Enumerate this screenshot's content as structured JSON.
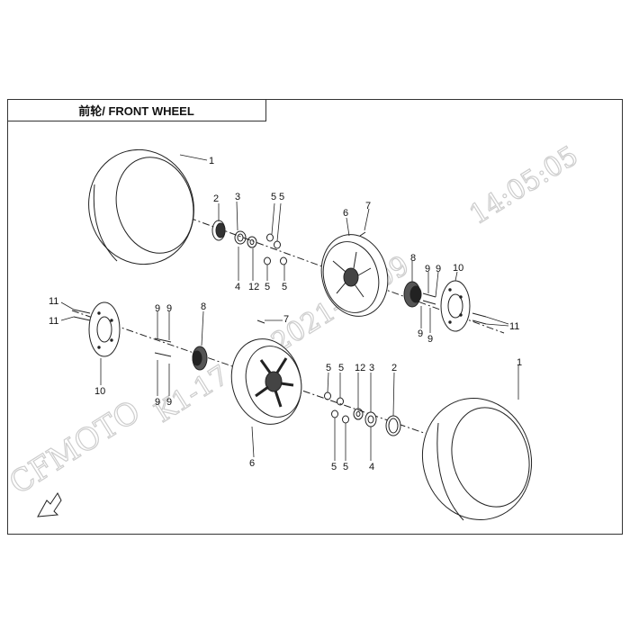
{
  "title": "前轮/ FRONT WHEEL",
  "watermark": {
    "brand": "CFMOTO",
    "stamp_time": "14:05:05",
    "stamp_date": "2021-07-09",
    "stamp_code": "K1-17"
  },
  "callouts": {
    "c1a": "1",
    "c1b": "1",
    "c2a": "2",
    "c2b": "2",
    "c3a": "3",
    "c3b": "3",
    "c4a": "4",
    "c4b": "4",
    "c5a": "5",
    "c5b": "5",
    "c5c": "5",
    "c5d": "5",
    "c5e": "5",
    "c5f": "5",
    "c5g": "5",
    "c5h": "5",
    "c6a": "6",
    "c6b": "6",
    "c7a": "7",
    "c7b": "7",
    "c8a": "8",
    "c8b": "8",
    "c9a": "9",
    "c9b": "9",
    "c9c": "9",
    "c9d": "9",
    "c9e": "9",
    "c9f": "9",
    "c9g": "9",
    "c9h": "9",
    "c10a": "10",
    "c10b": "10",
    "c11a": "11",
    "c11b": "11",
    "c11c": "11",
    "c12a": "12",
    "c12b": "12"
  },
  "colors": {
    "line": "#222222",
    "watermark": "#cdcdcd"
  },
  "icons": {
    "fwd": "forward-arrow-icon"
  }
}
